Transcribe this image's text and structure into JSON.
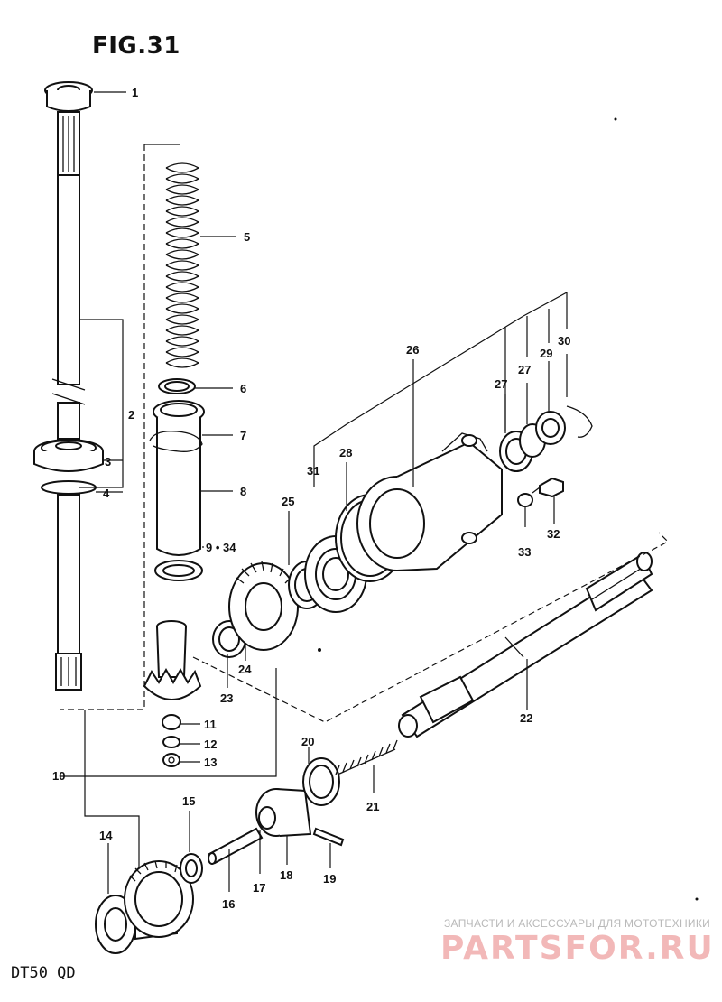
{
  "figure": {
    "title": "FIG.31",
    "model": "DT50 QD"
  },
  "callouts": [
    "1",
    "2",
    "3",
    "4",
    "5",
    "6",
    "7",
    "8",
    "9 • 34",
    "10",
    "11",
    "12",
    "13",
    "14",
    "15",
    "16",
    "17",
    "18",
    "19",
    "20",
    "21",
    "22",
    "23",
    "24",
    "25",
    "26",
    "27",
    "27",
    "28",
    "29",
    "30",
    "31",
    "32",
    "33"
  ],
  "watermark": {
    "tagline": "ЗАПЧАСТИ И АКСЕССУАРЫ ДЛЯ МОТОТЕХНИКИ",
    "brand": "PARTSFOR.RU"
  }
}
